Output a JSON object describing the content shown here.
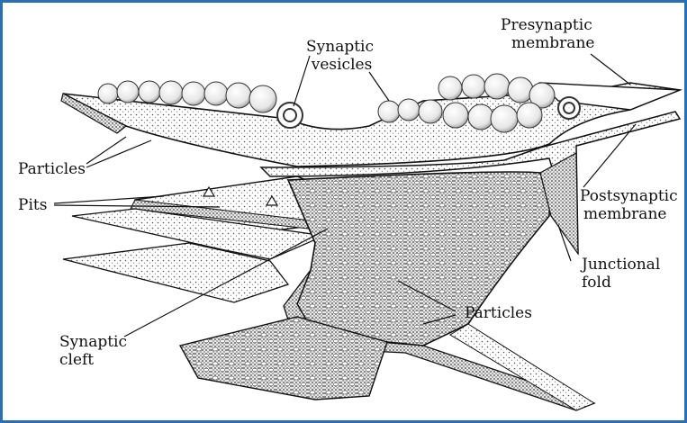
{
  "labels": {
    "synaptic_vesicles": [
      "Synaptic",
      "vesicles"
    ],
    "presynaptic_membrane": [
      "Presynaptic",
      "membrane"
    ],
    "particles_left": "Particles",
    "pits": "Pits",
    "postsynaptic_membrane": [
      "Postsynaptic",
      "membrane"
    ],
    "junctional_fold": [
      "Junctional",
      "fold"
    ],
    "particles_right": "Particles",
    "synaptic_cleft": [
      "Synaptic",
      "cleft"
    ]
  },
  "colors": {
    "frame": "#2a6fb3",
    "ink": "#111111",
    "stipple": "#8a8a8a"
  }
}
